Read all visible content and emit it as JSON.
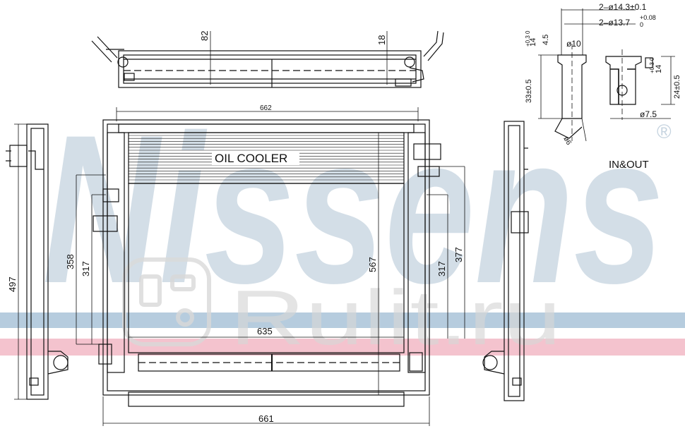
{
  "watermark": {
    "brand": "Nissens",
    "registered_mark": "®",
    "site": "Rulit.ru",
    "brand_color": "#c5d3df",
    "band_blue": "#a9c3d8",
    "band_red": "#f2b9c6"
  },
  "labels": {
    "oil_cooler": "OIL COOLER",
    "in_out": "IN&OUT"
  },
  "dimensions": {
    "top_view_height": "82",
    "top_view_small": "18",
    "core_width_top": "662",
    "width_bottom": "661",
    "core_width_inner": "635",
    "overall_height": "497",
    "height_358": "358",
    "height_317_left": "317",
    "core_height": "567",
    "height_317_right": "317",
    "height_377": "377"
  },
  "fitting": {
    "dia_outer": "2–ø14.3±0.1",
    "dia_inner_prefix": "2–ø13.7",
    "dia_inner_tol_upper": "+0.08",
    "dia_inner_tol_lower": "0",
    "dim_14_left": "14",
    "dim_14_left_tol": "+0.3 0",
    "dim_4_5": "4.5",
    "dia_10": "ø10",
    "dim_33": "33±0.5",
    "dim_14_right": "14",
    "dim_14_right_tol": "+0.3 0",
    "dim_24": "24±0.5",
    "dia_7_5": "ø7.5",
    "dia_6": "ø6"
  }
}
